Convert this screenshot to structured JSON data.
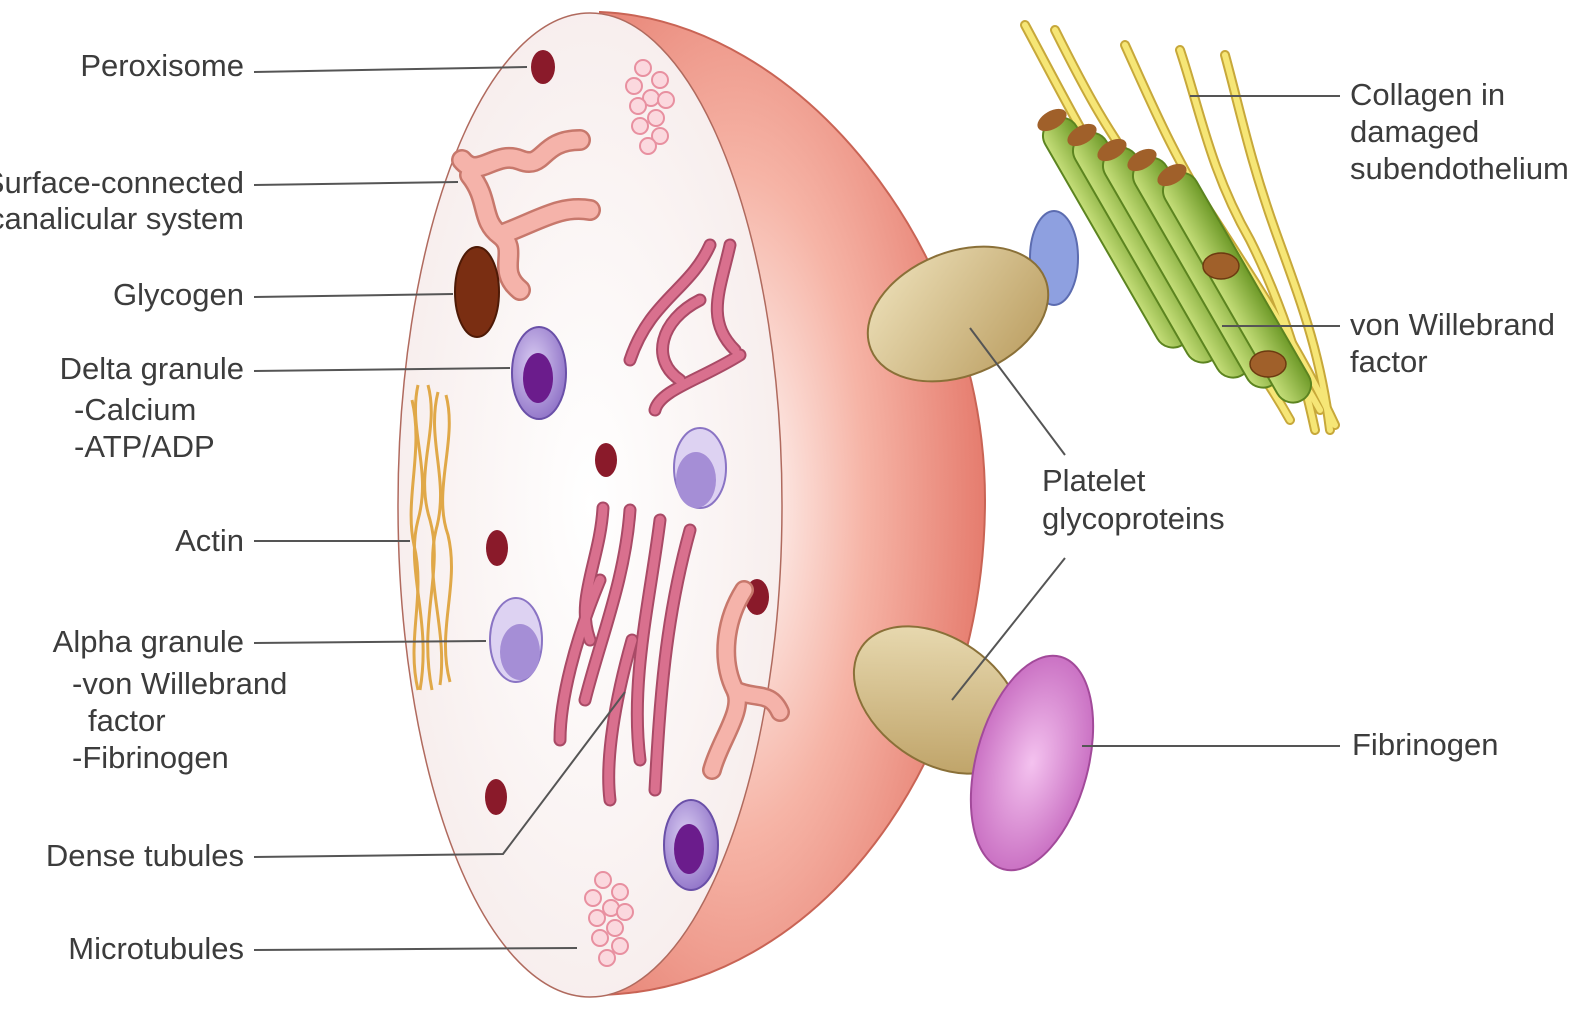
{
  "labels": {
    "left": {
      "peroxisome": "Peroxisome",
      "scs_line1": "Surface-connected",
      "scs_line2": "canalicular system",
      "glycogen": "Glycogen",
      "delta": "Delta granule",
      "delta_sub1": "-Calcium",
      "delta_sub2": "-ATP/ADP",
      "actin": "Actin",
      "alpha": "Alpha granule",
      "alpha_sub1": "-von Willebrand",
      "alpha_sub2": "factor",
      "alpha_sub3": "-Fibrinogen",
      "dense": "Dense tubules",
      "microtubules": "Microtubules"
    },
    "right": {
      "collagen_line1": "Collagen in",
      "collagen_line2": "damaged",
      "collagen_line3": "subendothelium",
      "vwf_line1": "von Willebrand",
      "vwf_line2": "factor",
      "glyco_line1": "Platelet",
      "glyco_line2": "glycoproteins",
      "fibrinogen": "Fibrinogen"
    }
  },
  "colors": {
    "platelet_body": "#ef8f80",
    "cut_face": "#faf3f2",
    "canalicular": "#f2a8a0",
    "glycogen": "#7a2e12",
    "peroxisome": "#8a1a2a",
    "delta_granule": "#9a7fd0",
    "alpha_granule": "#c0b0e4",
    "dense_tubules": "#c9607e",
    "actin": "#e8b858",
    "microtubules": "#f4b8c2",
    "collagen": "#f2e070",
    "vwf": "#8dba3a",
    "glycoprotein": "#d2c08e",
    "fibrinogen": "#d47ad0",
    "receptor_blue": "#8ea0e0"
  }
}
